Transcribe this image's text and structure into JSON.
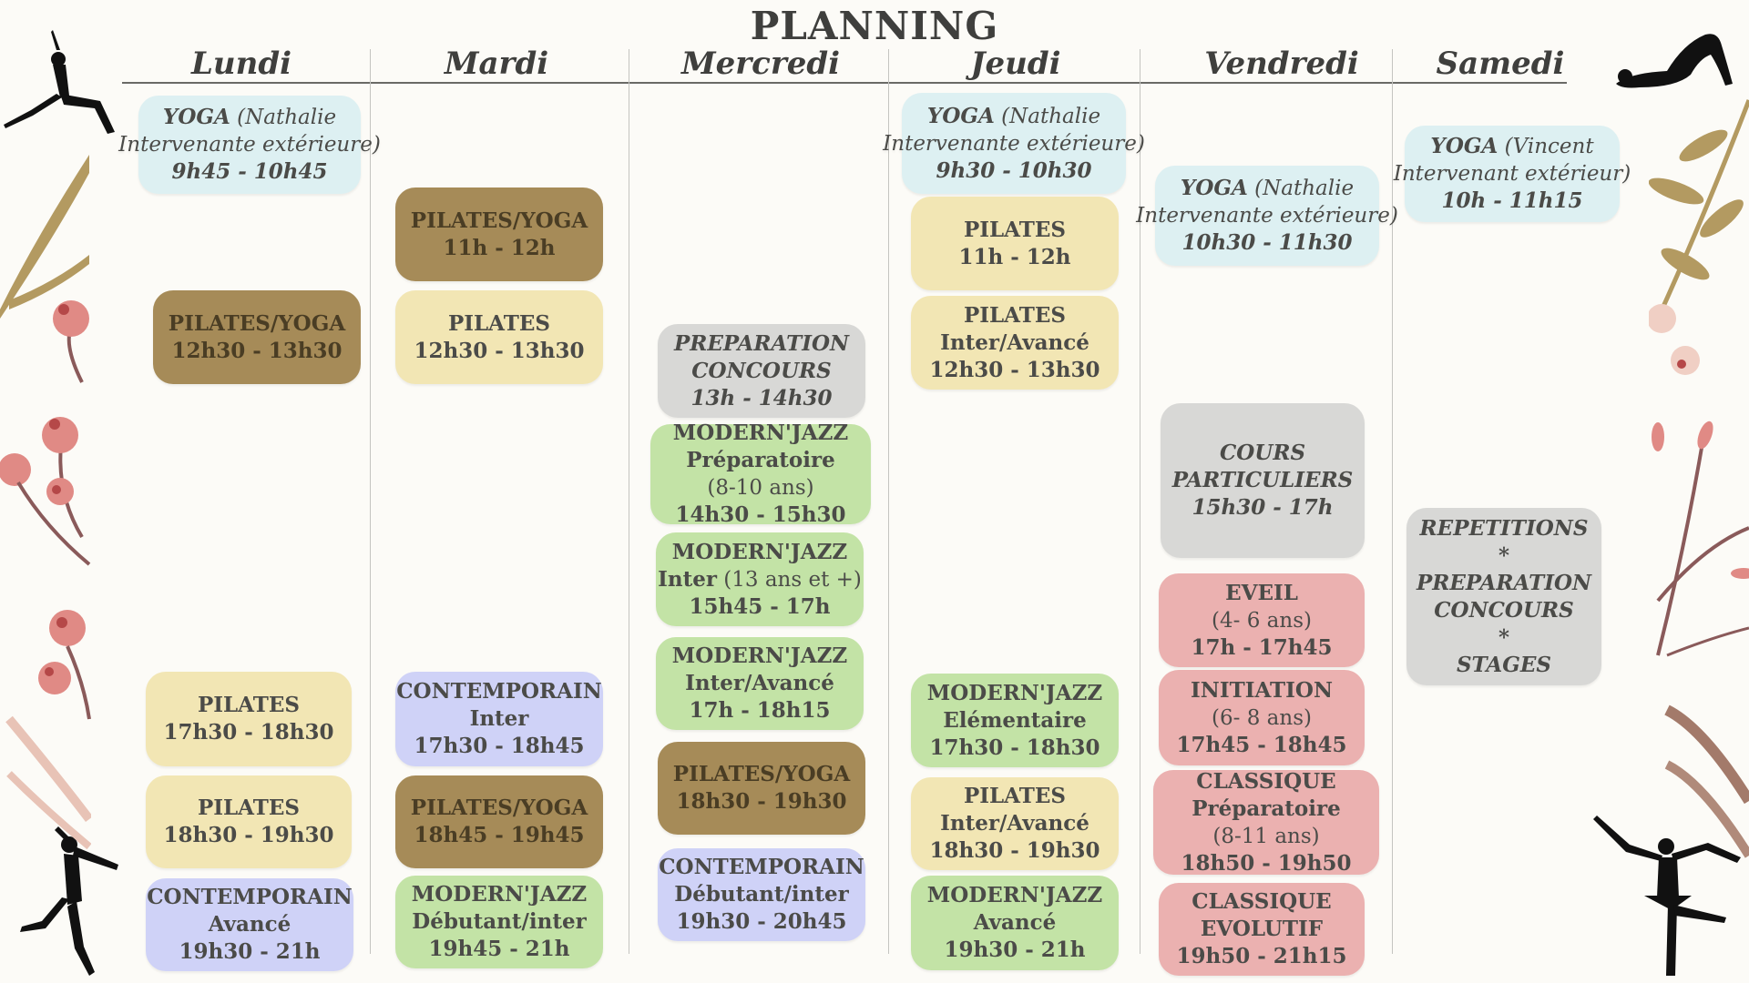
{
  "title": "PLANNING",
  "days": [
    "Lundi",
    "Mardi",
    "Mercredi",
    "Jeudi",
    "Vendredi",
    "Samedi"
  ],
  "colors": {
    "yoga": "#ddf0f2",
    "pilates_yoga": "#a68b58",
    "pilates": "#f2e6b4",
    "special": "#d8d8d6",
    "modern_jazz": "#c3e3a6",
    "contemporain": "#cfd2f7",
    "eveil_classique": "#ebb1b0"
  },
  "classes": [
    {
      "day": "Lundi",
      "color": "blue",
      "italic": true,
      "lines": [
        {
          "b": "YOGA",
          "n": " (Nathalie"
        },
        {
          "n": "Intervenante extérieure)"
        },
        {
          "b": "9h45 - 10h45"
        }
      ]
    },
    {
      "day": "Lundi",
      "color": "brown",
      "lines": [
        {
          "b": "PILATES/YOGA"
        },
        {
          "b": "12h30 - 13h30"
        }
      ]
    },
    {
      "day": "Lundi",
      "color": "yellow",
      "lines": [
        {
          "b": "PILATES"
        },
        {
          "b": "17h30 - 18h30"
        }
      ]
    },
    {
      "day": "Lundi",
      "color": "yellow",
      "lines": [
        {
          "b": "PILATES"
        },
        {
          "b": "18h30 - 19h30"
        }
      ]
    },
    {
      "day": "Lundi",
      "color": "lav",
      "lines": [
        {
          "b": "CONTEMPORAIN"
        },
        {
          "b": "Avancé"
        },
        {
          "b": "19h30 - 21h"
        }
      ]
    },
    {
      "day": "Mardi",
      "color": "brown",
      "lines": [
        {
          "b": "PILATES/YOGA"
        },
        {
          "b": "11h - 12h"
        }
      ]
    },
    {
      "day": "Mardi",
      "color": "yellow",
      "lines": [
        {
          "b": "PILATES"
        },
        {
          "b": "12h30 - 13h30"
        }
      ]
    },
    {
      "day": "Mardi",
      "color": "lav",
      "lines": [
        {
          "b": "CONTEMPORAIN"
        },
        {
          "b": "Inter"
        },
        {
          "b": "17h30 - 18h45"
        }
      ]
    },
    {
      "day": "Mardi",
      "color": "brown",
      "lines": [
        {
          "b": "PILATES/YOGA"
        },
        {
          "b": "18h45 - 19h45"
        }
      ]
    },
    {
      "day": "Mardi",
      "color": "green",
      "lines": [
        {
          "b": "MODERN'JAZZ"
        },
        {
          "b": "Débutant/inter"
        },
        {
          "b": "19h45 - 21h"
        }
      ]
    },
    {
      "day": "Mercredi",
      "color": "grey",
      "italic": true,
      "lines": [
        {
          "b": "PREPARATION"
        },
        {
          "b": "CONCOURS"
        },
        {
          "b": "13h - 14h30"
        }
      ]
    },
    {
      "day": "Mercredi",
      "color": "green",
      "lines": [
        {
          "b": "MODERN'JAZZ"
        },
        {
          "b": "Préparatoire"
        },
        {
          "n": "(8-10 ans)"
        },
        {
          "b": "14h30 - 15h30"
        }
      ]
    },
    {
      "day": "Mercredi",
      "color": "green",
      "lines": [
        {
          "b": "MODERN'JAZZ"
        },
        {
          "b": "Inter",
          "n": " (13 ans et +)"
        },
        {
          "b": "15h45 - 17h"
        }
      ]
    },
    {
      "day": "Mercredi",
      "color": "green",
      "lines": [
        {
          "b": "MODERN'JAZZ"
        },
        {
          "b": "Inter/Avancé"
        },
        {
          "b": "17h - 18h15"
        }
      ]
    },
    {
      "day": "Mercredi",
      "color": "brown",
      "lines": [
        {
          "b": "PILATES/YOGA"
        },
        {
          "b": "18h30 - 19h30"
        }
      ]
    },
    {
      "day": "Mercredi",
      "color": "lav",
      "lines": [
        {
          "b": "CONTEMPORAIN"
        },
        {
          "b": "Débutant/inter"
        },
        {
          "b": "19h30 - 20h45"
        }
      ]
    },
    {
      "day": "Jeudi",
      "color": "blue",
      "italic": true,
      "lines": [
        {
          "b": "YOGA",
          "n": " (Nathalie"
        },
        {
          "n": "Intervenante extérieure)"
        },
        {
          "b": "9h30 - 10h30"
        }
      ]
    },
    {
      "day": "Jeudi",
      "color": "yellow",
      "lines": [
        {
          "b": "PILATES"
        },
        {
          "b": "11h - 12h"
        }
      ]
    },
    {
      "day": "Jeudi",
      "color": "yellow",
      "lines": [
        {
          "b": "PILATES"
        },
        {
          "b": "Inter/Avancé"
        },
        {
          "b": "12h30 - 13h30"
        }
      ]
    },
    {
      "day": "Jeudi",
      "color": "green",
      "lines": [
        {
          "b": "MODERN'JAZZ"
        },
        {
          "b": "Elémentaire"
        },
        {
          "b": "17h30 - 18h30"
        }
      ]
    },
    {
      "day": "Jeudi",
      "color": "yellow",
      "lines": [
        {
          "b": "PILATES"
        },
        {
          "b": "Inter/Avancé"
        },
        {
          "b": "18h30 - 19h30"
        }
      ]
    },
    {
      "day": "Jeudi",
      "color": "green",
      "lines": [
        {
          "b": "MODERN'JAZZ"
        },
        {
          "b": "Avancé"
        },
        {
          "b": "19h30 - 21h"
        }
      ]
    },
    {
      "day": "Vendredi",
      "color": "blue",
      "italic": true,
      "lines": [
        {
          "b": "YOGA",
          "n": " (Nathalie"
        },
        {
          "n": "Intervenante extérieure)"
        },
        {
          "b": "10h30 - 11h30"
        }
      ]
    },
    {
      "day": "Vendredi",
      "color": "grey",
      "italic": true,
      "lines": [
        {
          "b": "COURS"
        },
        {
          "b": "PARTICULIERS"
        },
        {
          "b": " "
        },
        {
          "b": "15h30 - 17h"
        }
      ]
    },
    {
      "day": "Vendredi",
      "color": "pink",
      "lines": [
        {
          "b": "EVEIL"
        },
        {
          "n": "(4- 6 ans)"
        },
        {
          "b": "17h - 17h45"
        }
      ]
    },
    {
      "day": "Vendredi",
      "color": "pink",
      "lines": [
        {
          "b": "INITIATION"
        },
        {
          "n": "(6- 8 ans)"
        },
        {
          "b": "17h45 - 18h45"
        }
      ]
    },
    {
      "day": "Vendredi",
      "color": "pink",
      "lines": [
        {
          "b": "CLASSIQUE"
        },
        {
          "b": "Préparatoire"
        },
        {
          "n": "(8-11 ans)"
        },
        {
          "b": "18h50 - 19h50"
        }
      ]
    },
    {
      "day": "Vendredi",
      "color": "pink",
      "lines": [
        {
          "b": "CLASSIQUE"
        },
        {
          "b": "EVOLUTIF"
        },
        {
          "b": "19h50 - 21h15"
        }
      ]
    },
    {
      "day": "Samedi",
      "color": "blue",
      "italic": true,
      "lines": [
        {
          "b": "YOGA",
          "n": " (Vincent"
        },
        {
          "n": "Intervenant extérieur)"
        },
        {
          "b": "10h - 11h15"
        }
      ]
    },
    {
      "day": "Samedi",
      "color": "grey",
      "italic": true,
      "lines": [
        {
          "b": "REPETITIONS"
        },
        {
          "b": "*"
        },
        {
          "b": "PREPARATION"
        },
        {
          "b": "CONCOURS"
        },
        {
          "b": "*"
        },
        {
          "b": "STAGES"
        }
      ]
    }
  ]
}
